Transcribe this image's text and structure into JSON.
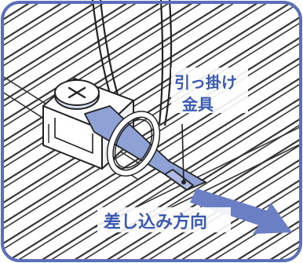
{
  "labels": {
    "hook_line1": "引っ掛け",
    "hook_line2": "金具",
    "insert_direction": "差し込み方向"
  },
  "colors": {
    "border": "#5a6fb8",
    "label_text": "#3a5ab0",
    "arrow": "#6b7fc4",
    "metal_band": "#8fa2d6",
    "line": "#2a2a2a"
  }
}
